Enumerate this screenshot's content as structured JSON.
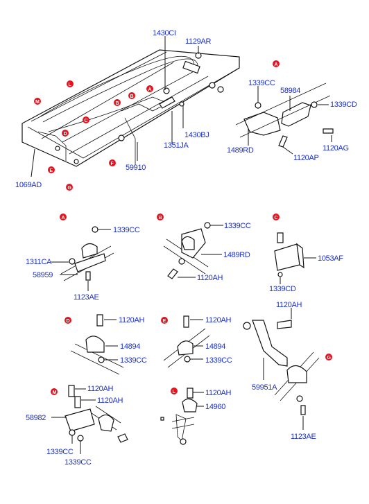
{
  "main_assembly": {
    "parts": [
      "1430CI",
      "1129AR",
      "1430BJ",
      "1351JA",
      "59910",
      "1069AD"
    ],
    "markers": [
      "L",
      "M",
      "B",
      "C",
      "B",
      "A",
      "D",
      "E",
      "F",
      "G"
    ]
  },
  "detail_A_top": {
    "marker": "A",
    "parts": [
      "1339CC",
      "58984",
      "1339CD",
      "1489RD",
      "1120AP",
      "1120AG"
    ]
  },
  "detail_A": {
    "marker": "A",
    "parts": [
      "1339CC",
      "1311CA",
      "58959",
      "1123AE"
    ]
  },
  "detail_B": {
    "marker": "B",
    "parts": [
      "1339CC",
      "1489RD",
      "1120AH"
    ]
  },
  "detail_C": {
    "marker": "C",
    "parts": [
      "1053AF",
      "1339CD"
    ]
  },
  "detail_D": {
    "marker": "D",
    "parts": [
      "1120AH",
      "14894",
      "1339CC"
    ]
  },
  "detail_E": {
    "marker": "E",
    "parts": [
      "1120AH",
      "14894",
      "1339CC"
    ]
  },
  "detail_G": {
    "marker": "G",
    "parts": [
      "1120AH",
      "59951A",
      "1123AE"
    ]
  },
  "detail_M": {
    "marker": "M",
    "parts": [
      "1120AH",
      "1120AH",
      "58982",
      "1339CC",
      "1339CC"
    ]
  },
  "detail_L": {
    "marker": "L",
    "parts": [
      "1120AH",
      "14960"
    ]
  }
}
